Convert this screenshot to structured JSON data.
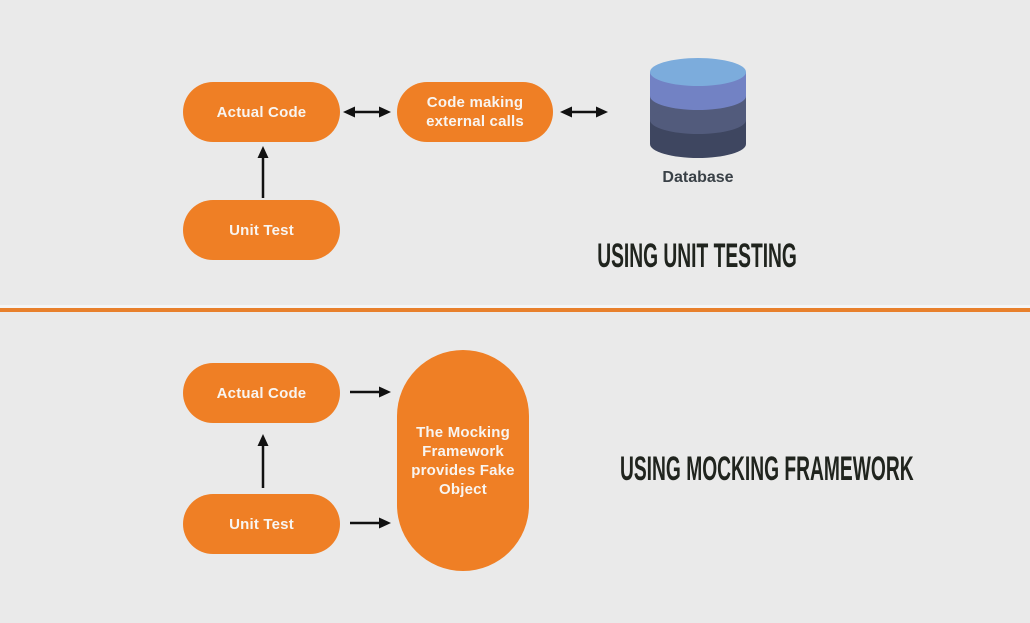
{
  "diagram": {
    "top": {
      "title": "USING UNIT TESTING",
      "actual_code_label": "Actual Code",
      "external_calls_label": "Code making external calls",
      "unit_test_label": "Unit Test",
      "database_label": "Database"
    },
    "bottom": {
      "title": "USING MOCKING FRAMEWORK",
      "actual_code_label": "Actual Code",
      "mocking_label": "The Mocking Framework provides Fake Object",
      "unit_test_label": "Unit Test"
    }
  },
  "colors": {
    "background": "#eaeaea",
    "node_fill": "#ef7f25",
    "node_text": "#f8f5f1",
    "divider": "#e8802c",
    "title_text": "#20241e",
    "arrow": "#111111",
    "database_label": "#3a4147",
    "db_top": "#7cacdc",
    "db_band1": "#7282c4",
    "db_band2": "#525b7c",
    "db_band3": "#3e4660"
  },
  "icons": {
    "database": "database-cylinder-icon",
    "double_arrow": "double-headed-arrow-icon",
    "right_arrow": "right-arrow-icon",
    "up_arrow": "up-arrow-icon"
  }
}
